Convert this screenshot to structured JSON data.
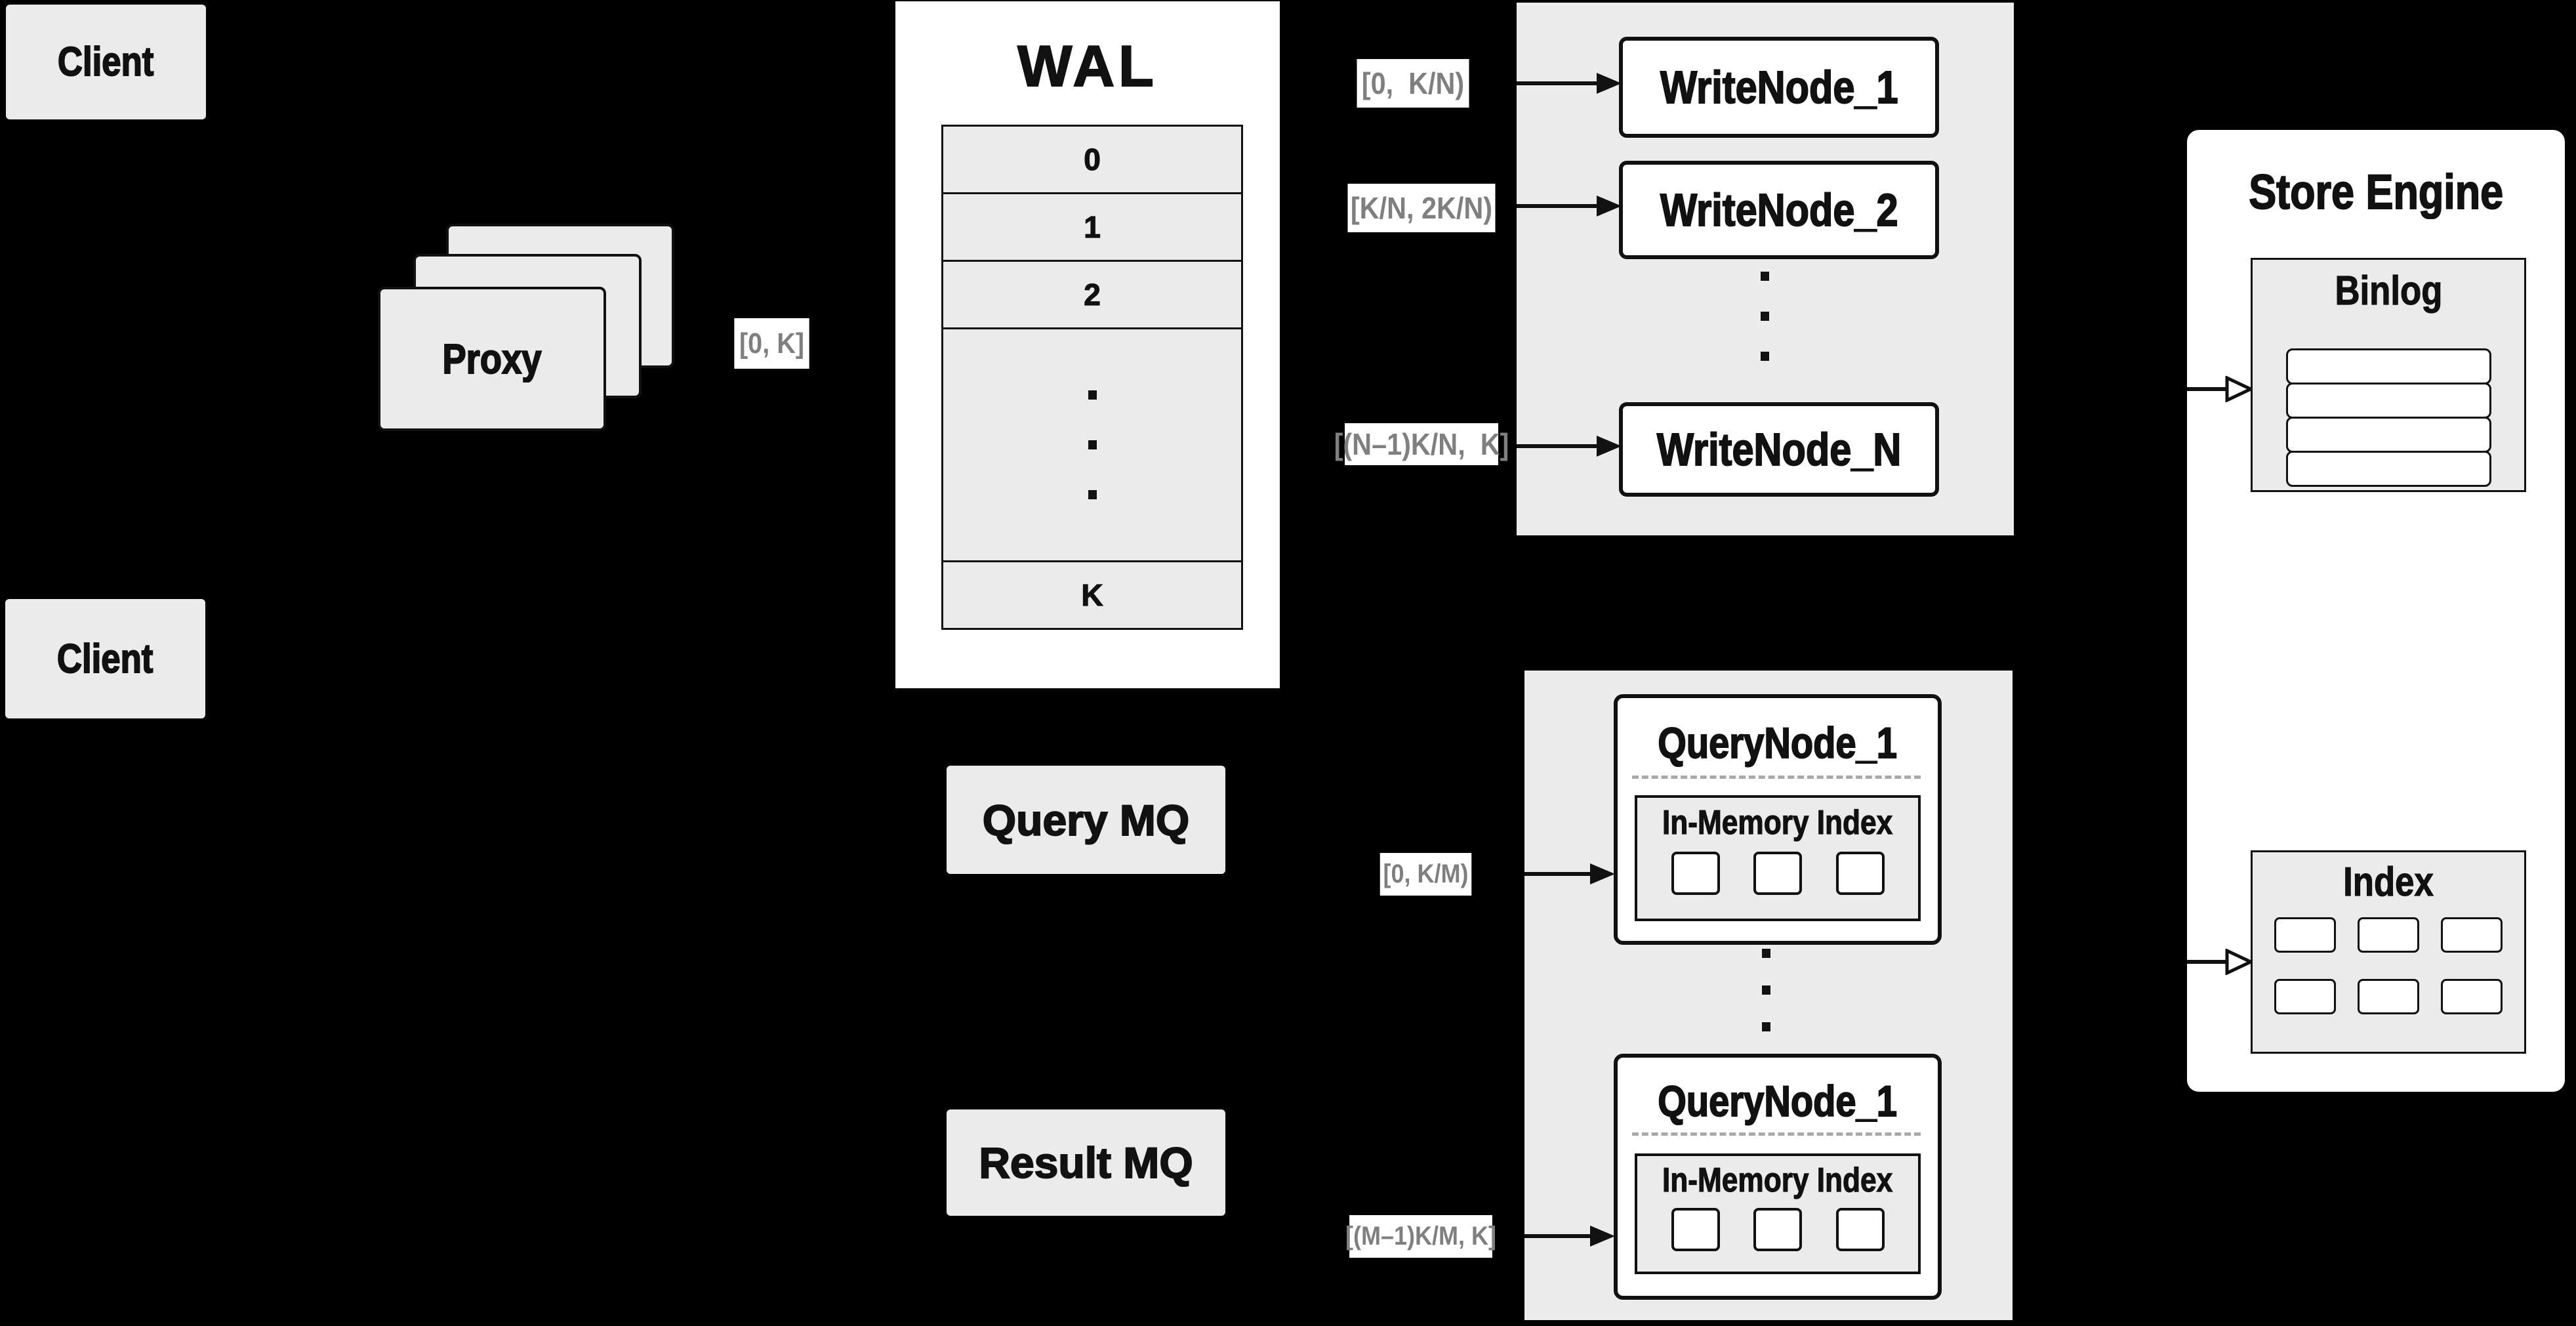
{
  "client_top": {
    "label": "Client"
  },
  "client_bottom": {
    "label": "Client"
  },
  "proxy": {
    "label": "Proxy"
  },
  "wal": {
    "title": "WAL",
    "rows": [
      "0",
      "1",
      "2"
    ],
    "last_row": "K"
  },
  "edge_labels": {
    "proxy_to_wal": "[0, K]",
    "write_1": "[0,  K/N)",
    "write_2": "[K/N, 2K/N)",
    "write_n": "[(N–1)K/N,  K]",
    "query_1": "[0, K/M)",
    "query_m": "[(M–1)K/M, K]"
  },
  "write_nodes": {
    "node_1": "WriteNode_1",
    "node_2": "WriteNode_2",
    "node_n": "WriteNode_N"
  },
  "mq": {
    "query": "Query MQ",
    "result": "Result MQ"
  },
  "query_nodes": {
    "top": {
      "title": "QueryNode_1",
      "inner_title": "In-Memory Index"
    },
    "bottom": {
      "title": "QueryNode_1",
      "inner_title": "In-Memory Index"
    }
  },
  "store_engine": {
    "title": "Store Engine",
    "binlog_title": "Binlog",
    "index_title": "Index"
  },
  "colors": {
    "background": "#000000",
    "panel": "#ececec",
    "box_fill": "#ebebeb",
    "node_fill": "#ffffff",
    "line": "#111111",
    "muted_label_text": "#7f7f7f"
  }
}
